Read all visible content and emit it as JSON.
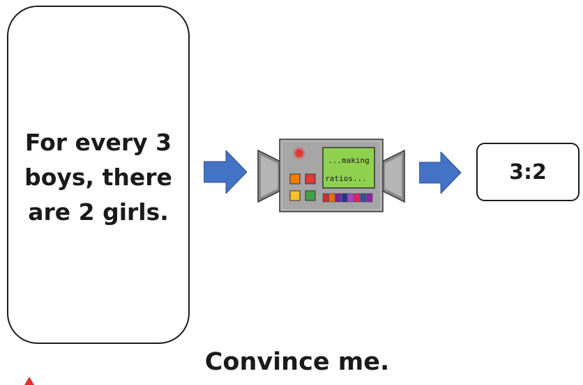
{
  "input": {
    "lines": [
      "For every 3",
      "boys, there",
      "are 2 girls."
    ]
  },
  "machine": {
    "screen_line1": "...making",
    "screen_line2": "ratios..."
  },
  "output": {
    "ratio": "3:2"
  },
  "caption": "Convince me.",
  "colors": {
    "arrow": "#4472c4",
    "machine_body": "#a6a6a6",
    "screen": "#8fd14f",
    "corner_mark": "#e03030"
  },
  "icons": [
    "right-arrow-icon",
    "ratio-machine-icon"
  ]
}
